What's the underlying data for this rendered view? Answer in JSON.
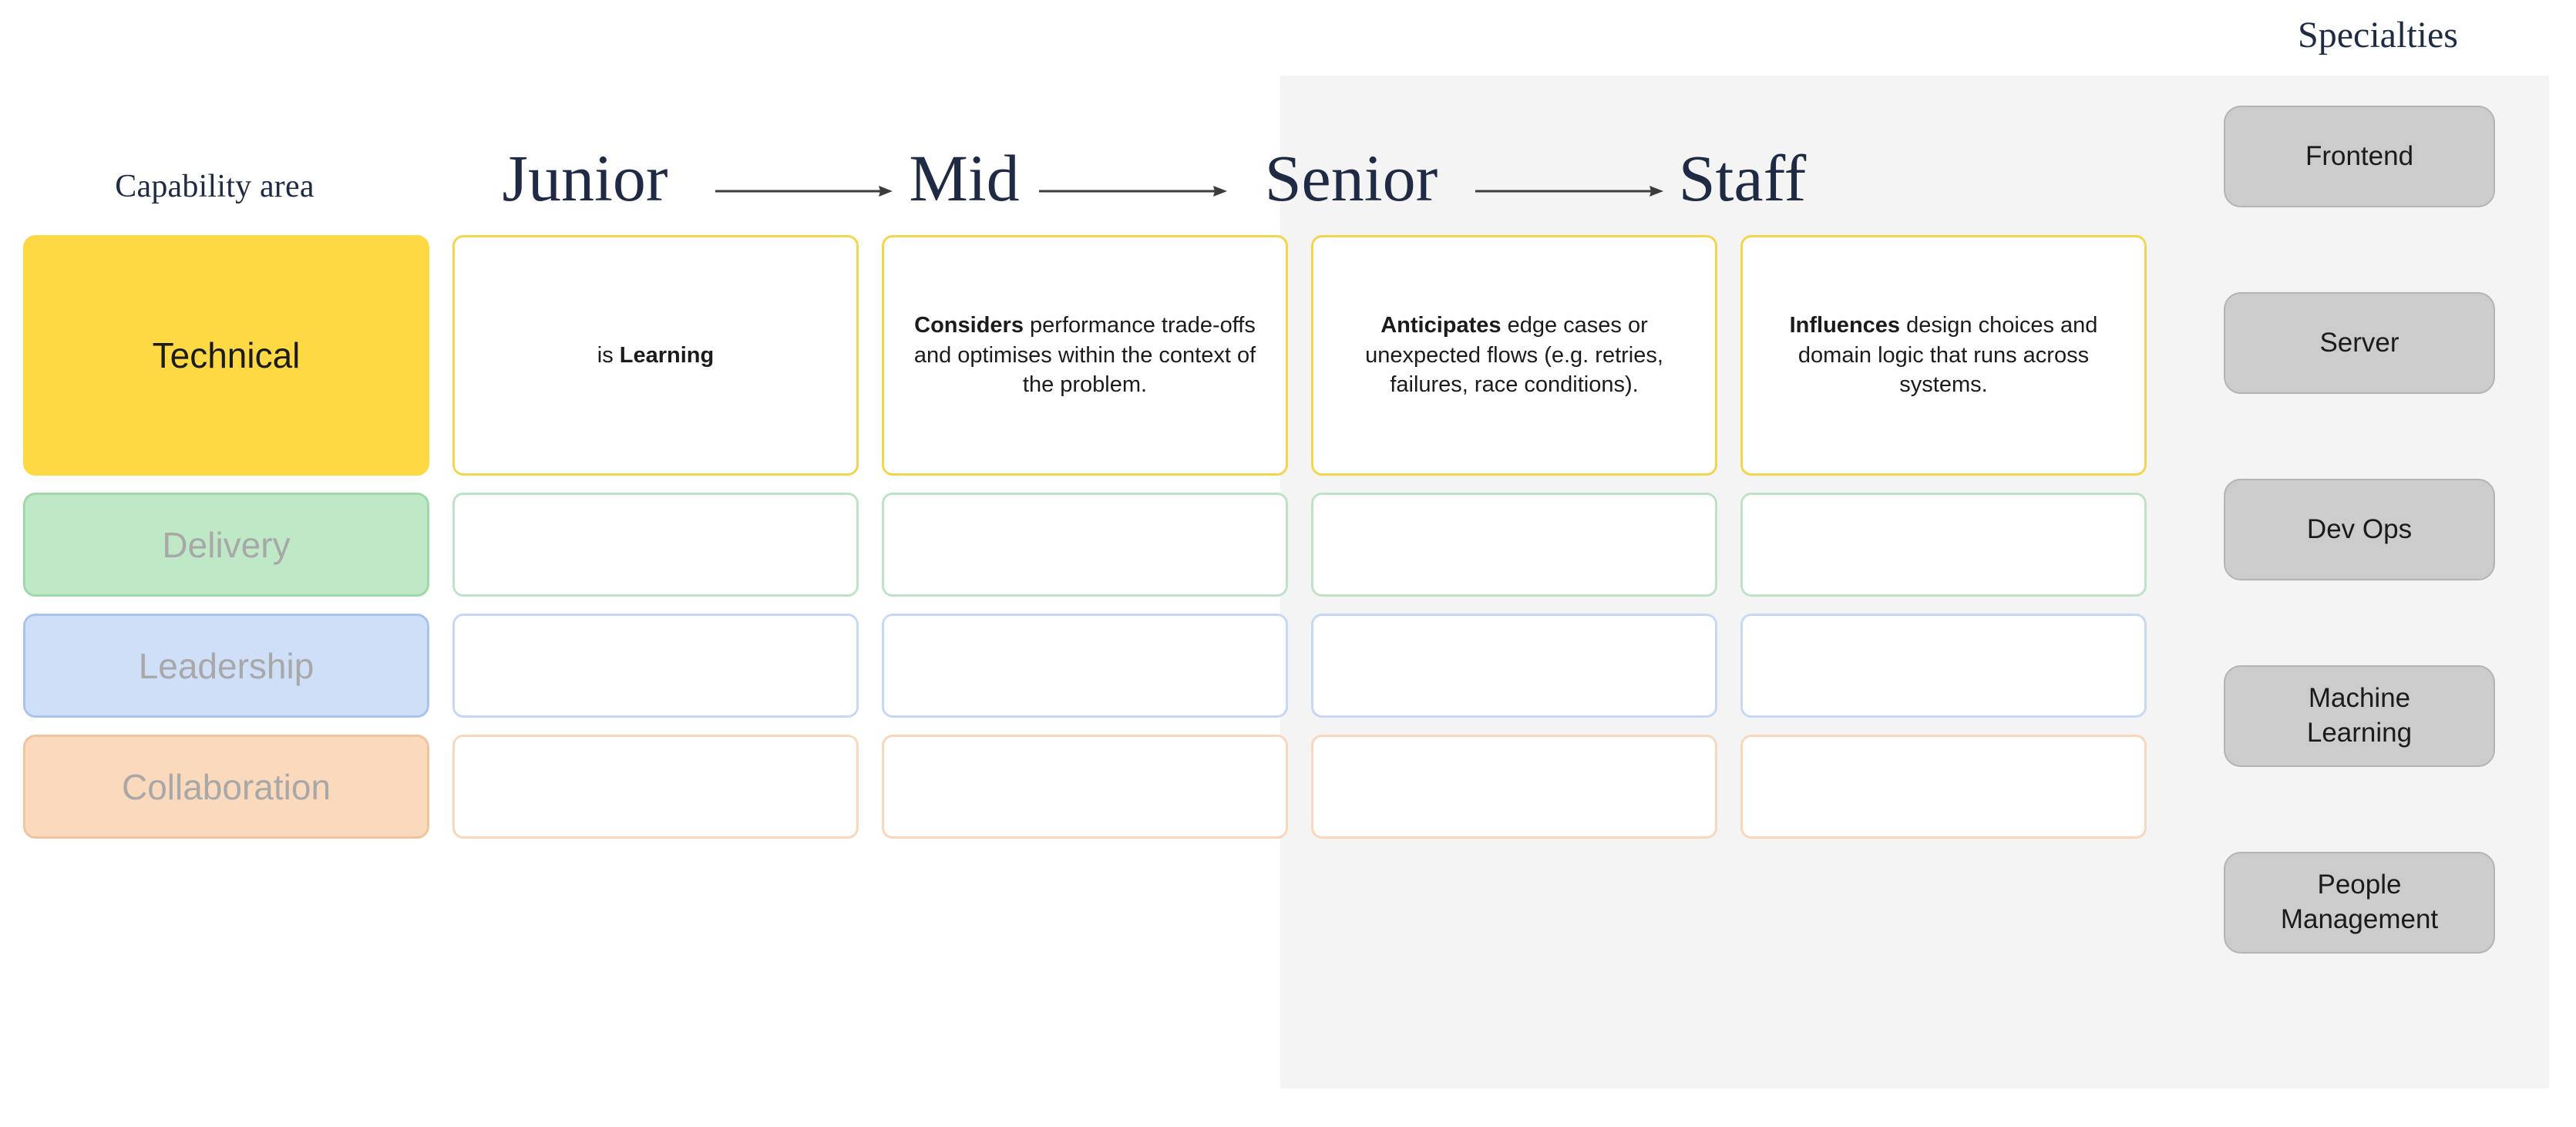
{
  "headers": {
    "capability_area": "Capability area",
    "specialties": "Specialties"
  },
  "levels": [
    {
      "label": "Junior"
    },
    {
      "label": "Mid"
    },
    {
      "label": "Senior"
    },
    {
      "label": "Staff"
    }
  ],
  "rows": [
    {
      "name": "Technical",
      "fill": "#ffd944",
      "border": "#ffd944",
      "card_border": "#f5d44e",
      "label_style": "solid",
      "cells": [
        {
          "bold": "is ",
          "lead": "",
          "text": "",
          "plain_prefix": "is ",
          "strong": "Learning",
          "tail": ""
        },
        {
          "plain_prefix": "",
          "strong": "Considers",
          "tail": " performance trade-offs and optimises within the context of the problem."
        },
        {
          "plain_prefix": "",
          "strong": "Anticipates",
          "tail": " edge cases or unexpected flows (e.g. retries, failures, race conditions)."
        },
        {
          "plain_prefix": "",
          "strong": "Influences",
          "tail": " design choices and domain logic that runs across systems."
        }
      ]
    },
    {
      "name": "Delivery",
      "fill": "#bfe8c6",
      "border": "#9fd8a9",
      "card_border": "#bde3c4",
      "label_style": "muted",
      "cells": [
        {
          "plain_prefix": "",
          "strong": "",
          "tail": ""
        },
        {
          "plain_prefix": "",
          "strong": "",
          "tail": ""
        },
        {
          "plain_prefix": "",
          "strong": "",
          "tail": ""
        },
        {
          "plain_prefix": "",
          "strong": "",
          "tail": ""
        }
      ]
    },
    {
      "name": "Leadership",
      "fill": "#cedff7",
      "border": "#a9c4ec",
      "card_border": "#c6d9f4",
      "label_style": "muted",
      "cells": [
        {
          "plain_prefix": "",
          "strong": "",
          "tail": ""
        },
        {
          "plain_prefix": "",
          "strong": "",
          "tail": ""
        },
        {
          "plain_prefix": "",
          "strong": "",
          "tail": ""
        },
        {
          "plain_prefix": "",
          "strong": "",
          "tail": ""
        }
      ]
    },
    {
      "name": "Collaboration",
      "fill": "#fad9bc",
      "border": "#f0c49f",
      "card_border": "#f8d7ba",
      "label_style": "muted",
      "cells": [
        {
          "plain_prefix": "",
          "strong": "",
          "tail": ""
        },
        {
          "plain_prefix": "",
          "strong": "",
          "tail": ""
        },
        {
          "plain_prefix": "",
          "strong": "",
          "tail": ""
        },
        {
          "plain_prefix": "",
          "strong": "",
          "tail": ""
        }
      ]
    }
  ],
  "specialties": [
    {
      "label": "Frontend"
    },
    {
      "label": "Server"
    },
    {
      "label": "Dev Ops"
    },
    {
      "label": "Machine\nLearning"
    },
    {
      "label": "People\nManagement"
    }
  ],
  "colors": {
    "panel_background": "#f4f4f4",
    "page_background": "#ffffff",
    "heading_text": "#1f2a44",
    "arrow": "#3d3d3d",
    "chip_fill": "#cccccc",
    "chip_border": "#b4b4b4",
    "muted_label_text": "#a8a8a8"
  }
}
